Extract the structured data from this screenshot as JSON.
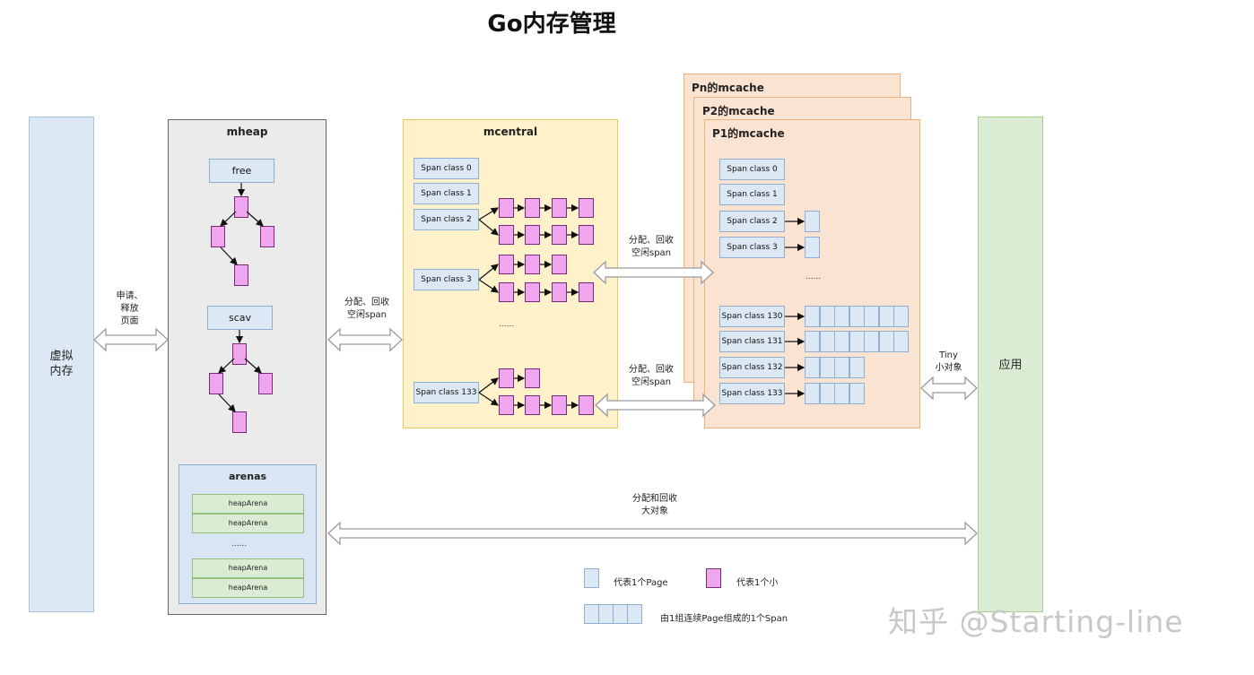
{
  "title": "Go内存管理",
  "virtual_memory": {
    "label": "虚拟\n内存"
  },
  "application": {
    "label": "应用"
  },
  "mheap": {
    "title": "mheap",
    "free_label": "free",
    "scav_label": "scav",
    "arenas": {
      "title": "arenas",
      "items": [
        "heapArena",
        "heapArena",
        "heapArena",
        "heapArena"
      ],
      "ellipsis": "......"
    }
  },
  "mcentral": {
    "title": "mcentral",
    "rows": [
      {
        "label": "Span class 0"
      },
      {
        "label": "Span class 1"
      },
      {
        "label": "Span class 2"
      },
      {
        "label": "Span class 3"
      },
      {
        "label": "Span class 133"
      }
    ],
    "ellipsis": "......"
  },
  "mcaches": [
    {
      "title": "Pn的mcache"
    },
    {
      "title": "P2的mcache"
    },
    {
      "title": "P1的mcache"
    }
  ],
  "p1_mcache": {
    "rows": [
      {
        "label": "Span class 0",
        "pages": 0
      },
      {
        "label": "Span class 1",
        "pages": 0
      },
      {
        "label": "Span class 2",
        "pages": 1
      },
      {
        "label": "Span class 3",
        "pages": 1
      },
      {
        "label": "Span class 130",
        "pages": 7
      },
      {
        "label": "Span class 131",
        "pages": 7
      },
      {
        "label": "Span class 132",
        "pages": 4
      },
      {
        "label": "Span class 133",
        "pages": 4
      }
    ],
    "ellipsis": "......"
  },
  "notes": {
    "vm_mheap": "申请、\n释放\n页面",
    "mheap_mcentral": "分配、回收\n空闲span",
    "mcentral_mcache_top": "分配、回收\n空闲span",
    "mcentral_mcache_bottom": "分配、回收\n空闲span",
    "mcache_app": "Tiny\n小对象",
    "large": "分配和回收\n大对象"
  },
  "legend": {
    "page": "代表1个Page",
    "object": "代表1个小",
    "span": "由1组连续Page组成的1个Span"
  },
  "watermark": "知乎 @Starting-line",
  "colors": {
    "page_fill": "#dce9f5",
    "object_fill": "#f0a5ef",
    "mcentral_fill": "#fff1c9",
    "mcache_fill": "#fbe3d2",
    "app_fill": "#dbecd4"
  }
}
